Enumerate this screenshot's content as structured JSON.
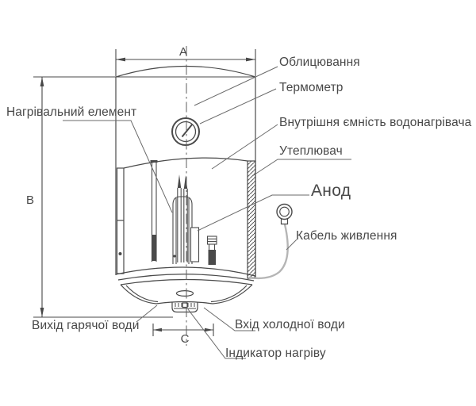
{
  "figure": {
    "type": "technical-diagram",
    "subject": "electric water heater cross-section",
    "background_color": "#ffffff",
    "line_color": "#4a4a4a",
    "leader_color": "#6a6a6a",
    "cable_color": "#b5b5b5",
    "labels": {
      "cladding": "Облицювання",
      "thermometer": "Термометр",
      "inner_tank": "Внутрішня ємність водонагрівача",
      "insulation": "Утеплювач",
      "anode": "Анод",
      "power_cable": "Кабель живлення",
      "heating_element": "Нагрівальний елемент",
      "hot_water_outlet": "Вихід гарячої води",
      "cold_water_inlet": "Вхід холодної води",
      "heating_indicator": "Індикатор нагріву"
    },
    "dimensions": {
      "width_label": "A",
      "height_label": "B",
      "pipe_spacing_label": "C"
    }
  }
}
